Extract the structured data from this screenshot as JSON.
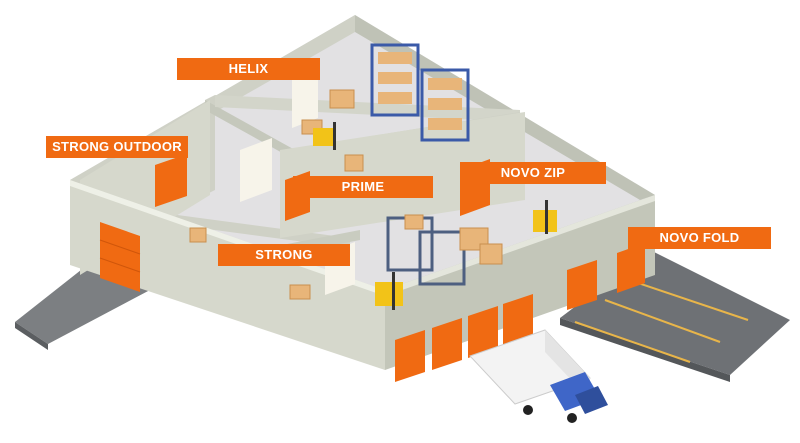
{
  "labels": {
    "helix": "HELIX",
    "strong_outdoor": "STRONG OUTDOOR",
    "prime": "PRIME",
    "novo_zip": "NOVO ZIP",
    "strong": "STRONG",
    "novo_fold": "NOVO FOLD"
  },
  "colors": {
    "accent_orange": "#f06a12",
    "wall_top": "#c9ccc0",
    "wall_side": "#d6d8cc",
    "floor": "#e2e1e3",
    "ramp": "#6e7175",
    "forklift_yellow": "#f2c318",
    "truck_blue": "#3f66c8"
  }
}
